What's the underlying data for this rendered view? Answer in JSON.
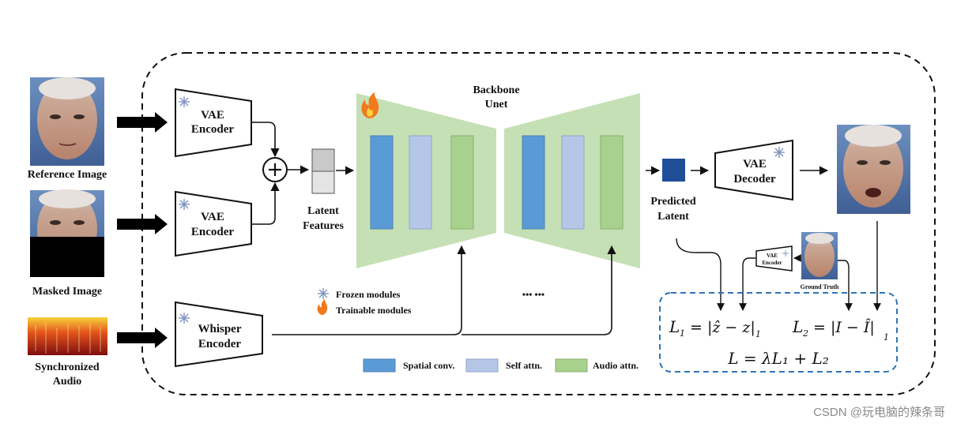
{
  "inputs": {
    "reference_image": "Reference Image",
    "masked_image": "Masked Image",
    "audio_line1": "Synchronized",
    "audio_line2": "Audio"
  },
  "encoders": {
    "vae_top_1": "VAE",
    "vae_top_2": "Encoder",
    "vae_mid_1": "VAE",
    "vae_mid_2": "Encoder",
    "whisper_1": "Whisper",
    "whisper_2": "Encoder"
  },
  "latent": {
    "line1": "Latent",
    "line2": "Features"
  },
  "backbone": {
    "line1": "Backbone",
    "line2": "Unet"
  },
  "predicted": {
    "line1": "Predicted",
    "line2": "Latent"
  },
  "decoder": {
    "line1": "VAE",
    "line2": "Decoder"
  },
  "gt_encoder": {
    "line1": "VAE",
    "line2": "Encoder"
  },
  "ground_truth": "Ground Truth",
  "modules_legend": {
    "frozen": "Frozen modules",
    "trainable": "Trainable modules"
  },
  "ellipsis": "••• •••",
  "block_legend": [
    {
      "label": "Spatial conv.",
      "color": "#5b9bd5"
    },
    {
      "label": "Self attn.",
      "color": "#b4c7e7"
    },
    {
      "label": "Audio attn.",
      "color": "#a9d18e"
    }
  ],
  "loss": {
    "l1_lhs": "L",
    "l1_sub": "1",
    "l1_rhs": "= |ẑ − z|",
    "l1_norm": "1",
    "l2_lhs": "L",
    "l2_sub": "2",
    "l2_rhs": "= |I − Î|",
    "l2_norm": "1",
    "total": "L = λL₁ + L₂"
  },
  "watermark": "CSDN @玩电脑的辣条哥",
  "colors": {
    "unet_green": "#c5e0b4",
    "spatial": "#5b9bd5",
    "self_attn": "#b4c7e7",
    "audio_attn": "#a9d18e",
    "predicted_latent": "#1f4e99",
    "loss_border": "#2e75b6"
  }
}
